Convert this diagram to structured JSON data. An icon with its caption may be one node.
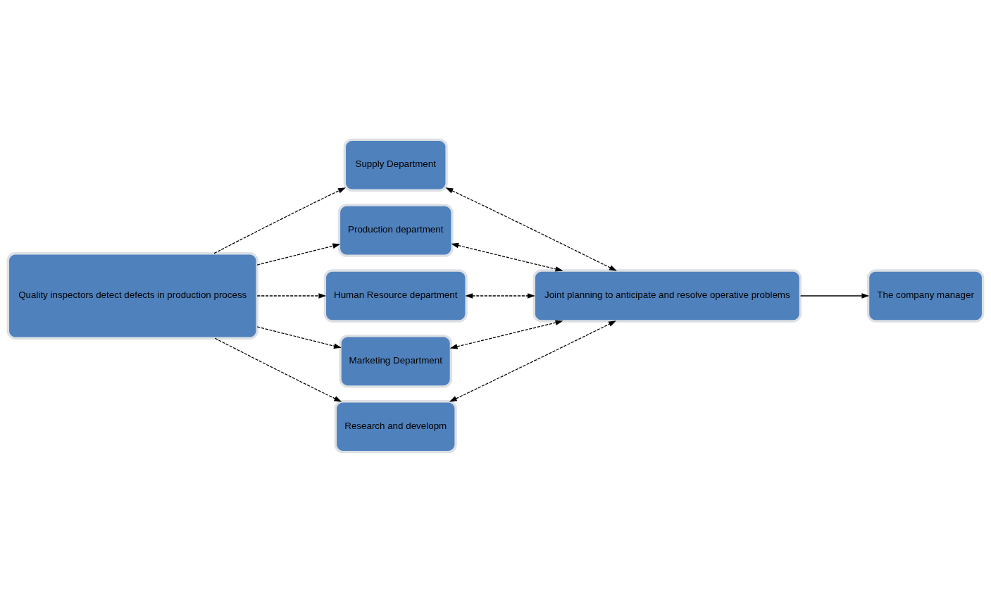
{
  "diagram": {
    "nodes": [
      {
        "text": [
          "Quality inspectors detect defects in production process"
        ]
      },
      {
        "text": [
          "Supply Department"
        ]
      },
      {
        "text": [
          "Production department"
        ]
      },
      {
        "text": [
          "Human Resource department"
        ]
      },
      {
        "text": [
          "Marketing Department"
        ]
      },
      {
        "text": [
          "Research and developm"
        ]
      },
      {
        "text": [
          "Joint planning to anticipate and resolve operative problems"
        ]
      },
      {
        "text": [
          "The company manager"
        ]
      }
    ],
    "edges": [
      {
        "from": 0,
        "to": 1,
        "arrow": "to",
        "style": "dashed"
      },
      {
        "from": 0,
        "to": 2,
        "arrow": "to",
        "style": "dashed"
      },
      {
        "from": 0,
        "to": 3,
        "arrow": "to",
        "style": "dashed"
      },
      {
        "from": 0,
        "to": 4,
        "arrow": "to",
        "style": "dashed"
      },
      {
        "from": 0,
        "to": 5,
        "arrow": "to",
        "style": "dashed"
      },
      {
        "from": 1,
        "to": 6,
        "arrow": "both",
        "style": "dashed"
      },
      {
        "from": 2,
        "to": 6,
        "arrow": "both",
        "style": "dashed"
      },
      {
        "from": 3,
        "to": 6,
        "arrow": "both",
        "style": "dashed"
      },
      {
        "from": 4,
        "to": 6,
        "arrow": "both",
        "style": "dashed"
      },
      {
        "from": 5,
        "to": 6,
        "arrow": "both",
        "style": "dashed"
      },
      {
        "from": 6,
        "to": 7,
        "arrow": "to"
      }
    ]
  }
}
